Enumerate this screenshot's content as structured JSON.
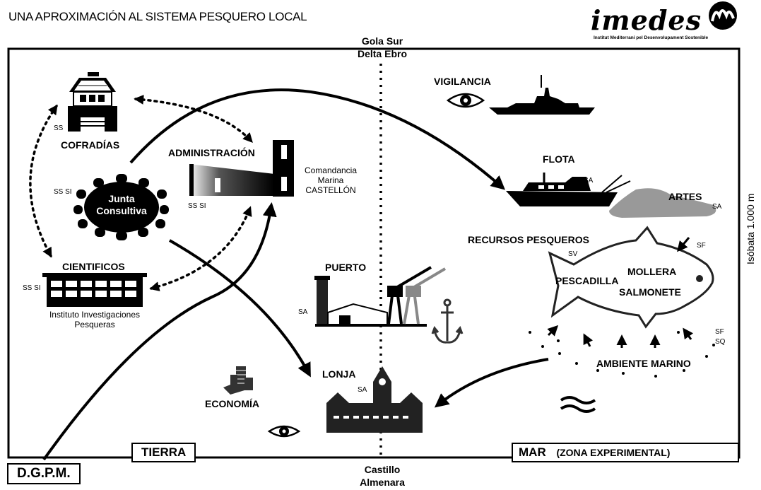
{
  "header": {
    "title": "UNA APROXIMACIÓN AL SISTEMA PESQUERO LOCAL",
    "logo_text": "imedes",
    "logo_subtitle": "Institut Mediterrani pel Desenvolupament Sostenible"
  },
  "boundaries": {
    "north": [
      "Gola Sur",
      "Delta Ebro"
    ],
    "south": [
      "Castillo",
      "Almenara"
    ],
    "east": "Isóbata 1.000 m"
  },
  "zones": {
    "land": "TIERRA",
    "sea": "MAR",
    "sea_note": "(ZONA EXPERIMENTAL)"
  },
  "nodes": {
    "cofradias": {
      "label": "COFRADÍAS",
      "code": "SS"
    },
    "junta": {
      "line1": "Junta",
      "line2": "Consultiva",
      "code": "SS SI"
    },
    "administracion": {
      "label": "ADMINISTRACIÓN",
      "code": "SS SI",
      "desc": [
        "Comandancia",
        "Marina",
        "CASTELLÓN"
      ]
    },
    "cientificos": {
      "label": "CIENTIFICOS",
      "code": "SS SI",
      "desc": [
        "Instituto Investigaciones",
        "Pesqueras"
      ]
    },
    "puerto": {
      "label": "PUERTO",
      "code": "SA"
    },
    "lonja": {
      "label": "LONJA",
      "code": "SA"
    },
    "economia": {
      "label": "ECONOMÍA"
    },
    "vigilancia": {
      "label": "VIGILANCIA"
    },
    "flota": {
      "label": "FLOTA",
      "code": "SA"
    },
    "artes": {
      "label": "ARTES",
      "code": "SA"
    },
    "recursos": {
      "label": "RECURSOS PESQUEROS",
      "code_fish": "SV",
      "code_arrow": "SF"
    },
    "species": [
      "PESCADILLA",
      "MOLLERA",
      "SALMONETE"
    ],
    "ambiente": {
      "label": "AMBIENTE MARINO",
      "codes": [
        "SF",
        "SQ"
      ]
    },
    "dgpm": {
      "label": "D.G.P.M."
    }
  }
}
